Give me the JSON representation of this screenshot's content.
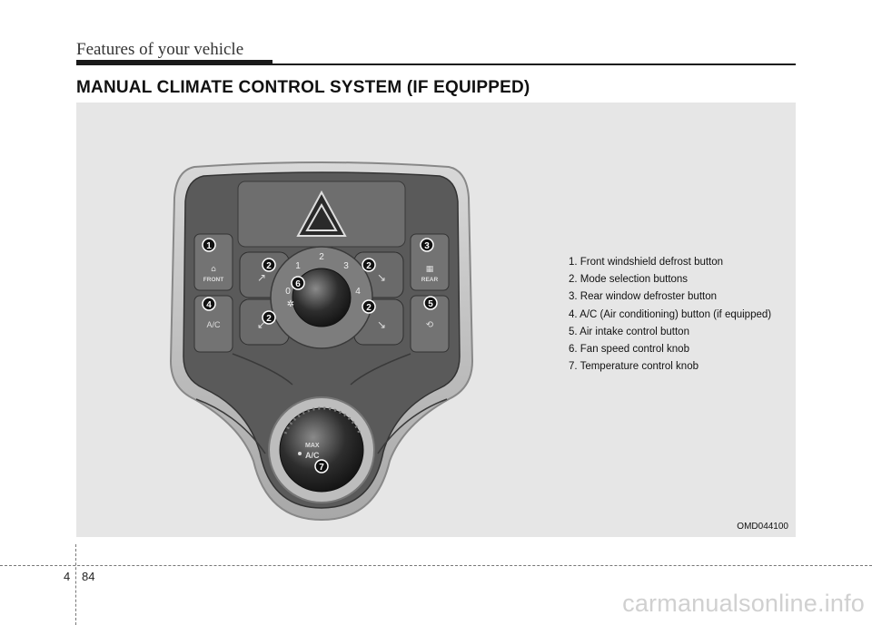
{
  "header": {
    "title": "Features of your vehicle"
  },
  "section": {
    "title": "MANUAL CLIMATE CONTROL SYSTEM (IF EQUIPPED)"
  },
  "figure": {
    "code": "OMD044100",
    "panel_labels": {
      "front": "FRONT",
      "rear": "REAR",
      "ac": "A/C",
      "max": "MAX",
      "max_ac": "A/C",
      "fan_speeds": [
        "0",
        "1",
        "2",
        "3",
        "4"
      ]
    },
    "callouts": [
      "1",
      "2",
      "3",
      "4",
      "5",
      "6",
      "7"
    ]
  },
  "legend": {
    "items": [
      "1. Front windshield defrost button",
      "2. Mode selection buttons",
      "3. Rear window defroster button",
      "4. A/C (Air conditioning) button (if equipped)",
      "5. Air intake control button",
      "6. Fan speed control knob",
      "7. Temperature control knob"
    ]
  },
  "footer": {
    "chapter": "4",
    "page": "84"
  },
  "watermark": "carmanualsonline.info"
}
